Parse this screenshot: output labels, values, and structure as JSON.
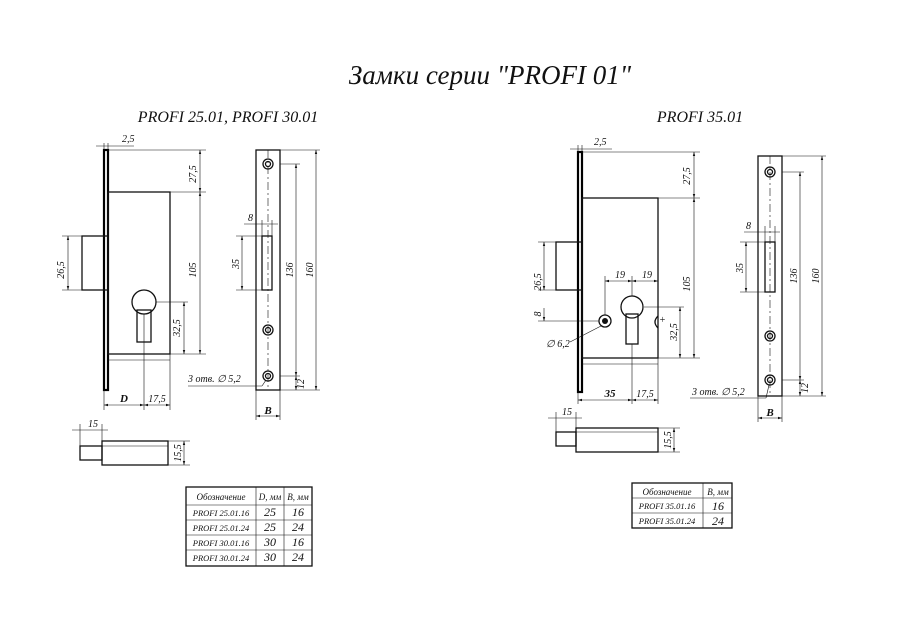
{
  "title": "Замки серии \"PROFI 01\"",
  "left": {
    "subtitle": "PROFI 25.01, PROFI 30.01",
    "dims": {
      "flange": "2,5",
      "top": "27,5",
      "body": "105",
      "bolt": "26,5",
      "cyl": "32,5",
      "d": "D",
      "base": "17,5",
      "slot_w": "8",
      "slot_h": "35",
      "plate_h": "136",
      "total": "160",
      "holes": "3 отв. ∅ 5,2",
      "bottom": "12",
      "b": "B",
      "latch_len": "15",
      "latch_h": "15,5"
    },
    "table": {
      "headers": [
        "Обозначение",
        "D, мм",
        "B, мм"
      ],
      "rows": [
        [
          "PROFI 25.01.16",
          "25",
          "16"
        ],
        [
          "PROFI 25.01.24",
          "25",
          "24"
        ],
        [
          "PROFI 30.01.16",
          "30",
          "16"
        ],
        [
          "PROFI 30.01.24",
          "30",
          "24"
        ]
      ]
    }
  },
  "right": {
    "subtitle": "PROFI 35.01",
    "dims": {
      "flange": "2,5",
      "top": "27,5",
      "body": "105",
      "bolt": "26,5",
      "cyl": "32,5",
      "d": "35",
      "base": "17,5",
      "off1": "19",
      "off2": "19",
      "small": "8",
      "hole": "∅ 6,2",
      "slot_w": "8",
      "slot_h": "35",
      "plate_h": "136",
      "total": "160",
      "holes": "3 отв. ∅ 5,2",
      "bottom": "12",
      "b": "B",
      "latch_len": "15",
      "latch_h": "15,5"
    },
    "table": {
      "headers": [
        "Обозначение",
        "B, мм"
      ],
      "rows": [
        [
          "PROFI 35.01.16",
          "16"
        ],
        [
          "PROFI 35.01.24",
          "24"
        ]
      ]
    }
  }
}
